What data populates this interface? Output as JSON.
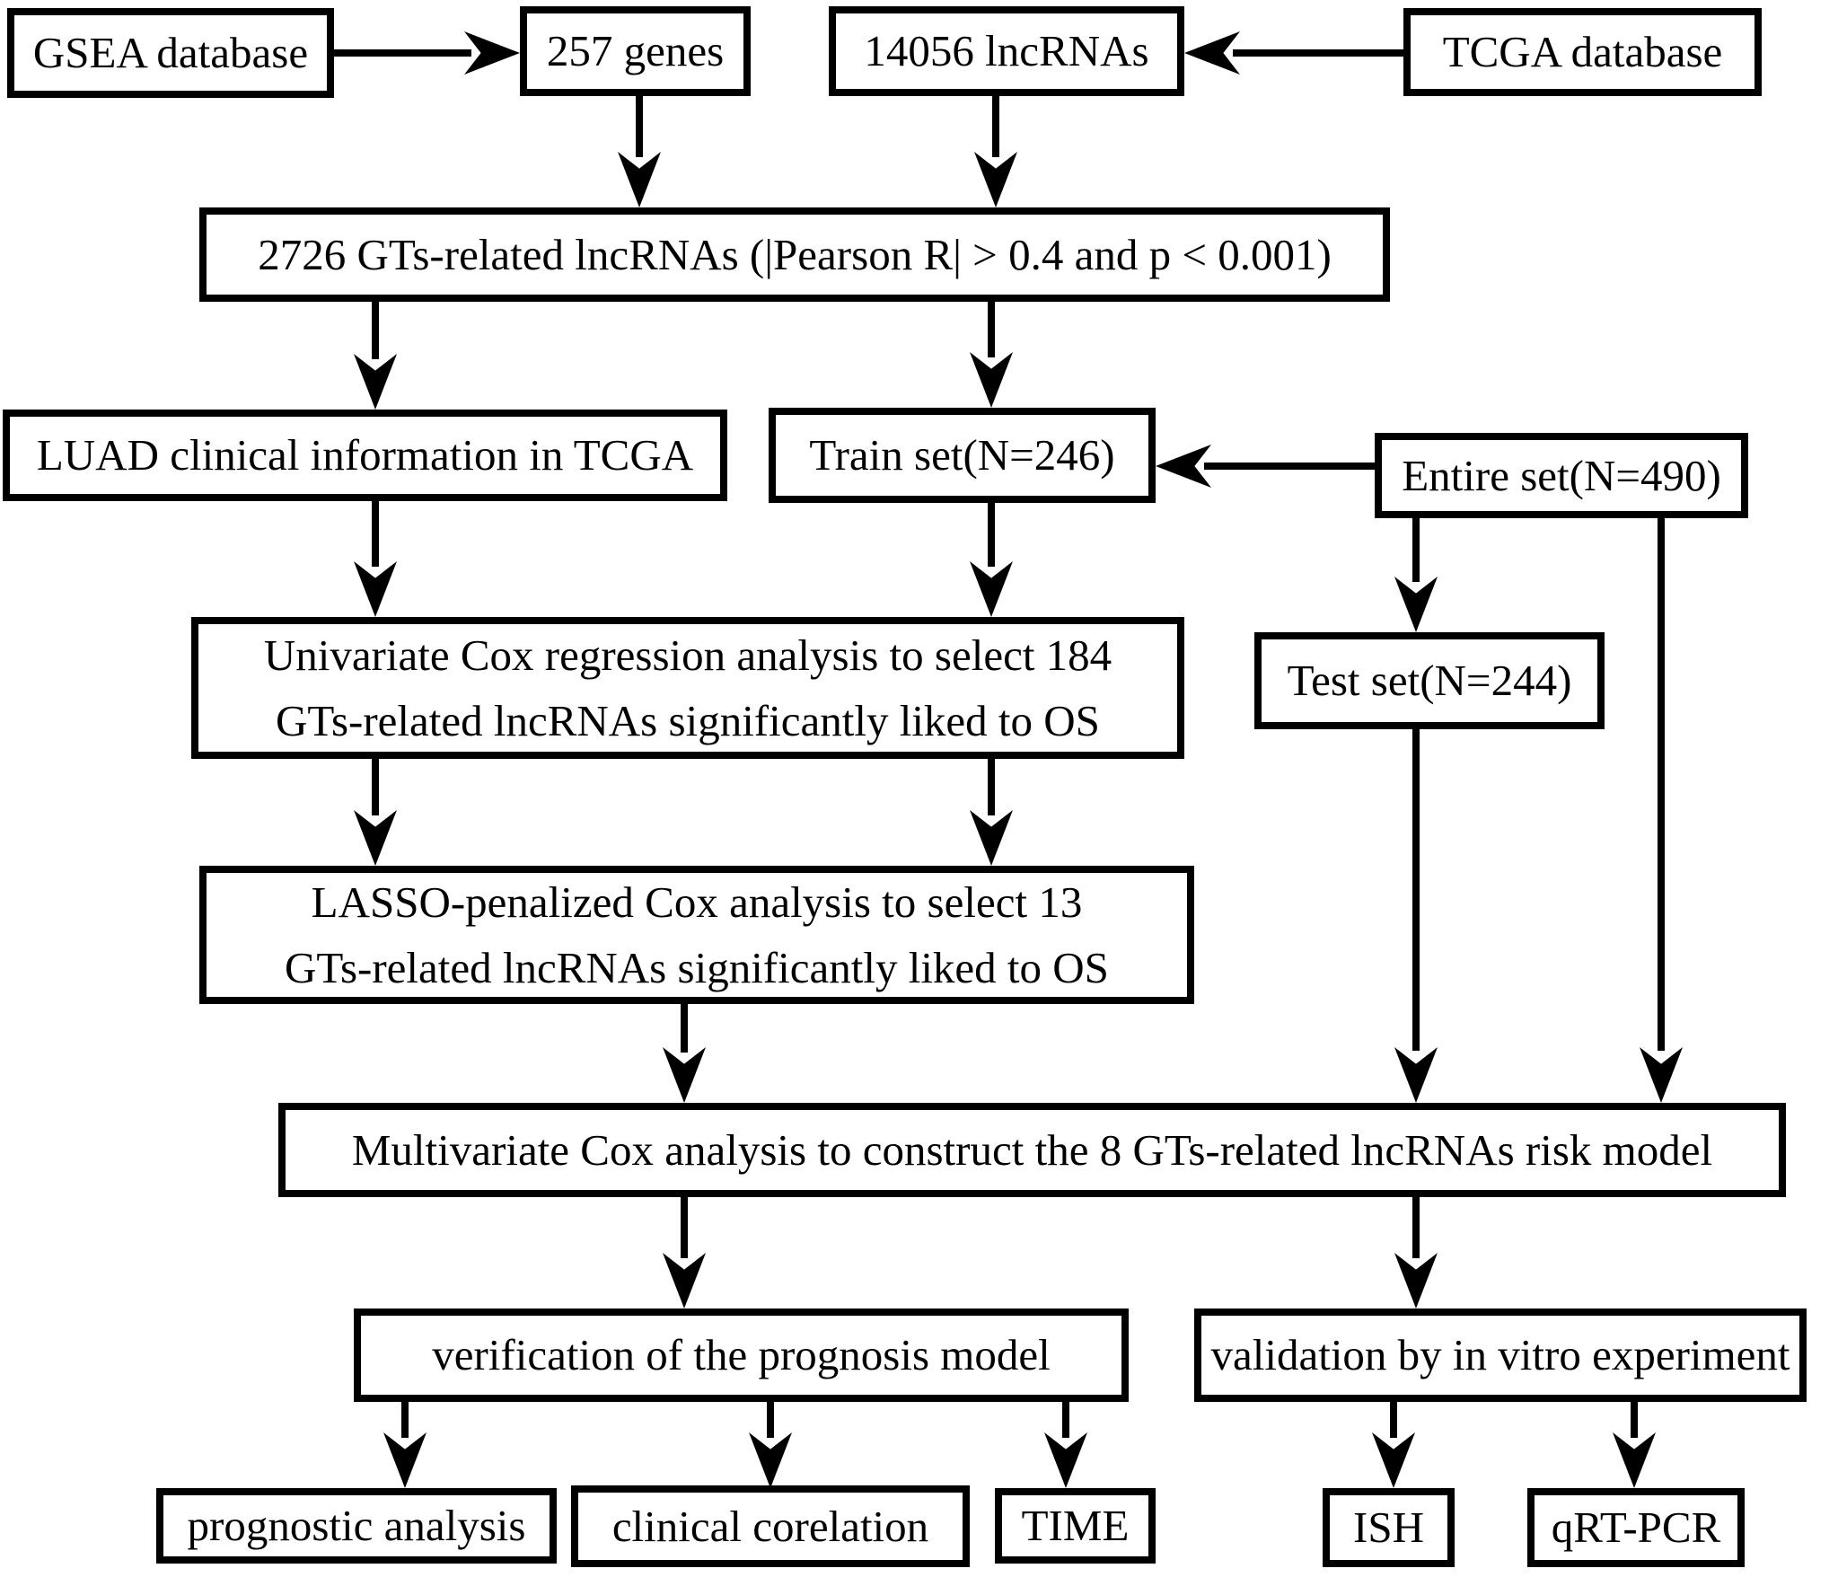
{
  "figure": {
    "type": "flowchart",
    "background_color": "#ffffff",
    "line_color": "#000000",
    "text_color": "#000000"
  },
  "boxes": {
    "gsea": {
      "label": "GSEA database"
    },
    "genes": {
      "label": "257 genes"
    },
    "lncrnas": {
      "label": "14056 lncRNAs"
    },
    "tcga": {
      "label": "TCGA database"
    },
    "gts_lncrnas": {
      "label": "2726 GTs-related lncRNAs (|Pearson R| > 0.4 and p < 0.001)"
    },
    "luad": {
      "label": "LUAD clinical information in TCGA"
    },
    "train": {
      "label": "Train set(N=246)"
    },
    "entire": {
      "label": "Entire set(N=490)"
    },
    "test": {
      "label": "Test set(N=244)"
    },
    "univariate": {
      "line1": "Univariate Cox regression analysis to select 184",
      "line2": "GTs-related lncRNAs significantly liked to OS"
    },
    "lasso": {
      "line1": "LASSO-penalized Cox analysis to select 13",
      "line2": "GTs-related lncRNAs significantly liked to OS"
    },
    "multivariate": {
      "label": "Multivariate Cox analysis to construct the 8 GTs-related lncRNAs risk model"
    },
    "verification": {
      "label": "verification of  the prognosis model"
    },
    "validation": {
      "label": "validation by in vitro experiment"
    },
    "prognostic": {
      "label": "prognostic analysis"
    },
    "clinical": {
      "label": "clinical corelation"
    },
    "time": {
      "label": "TIME"
    },
    "ish": {
      "label": "ISH"
    },
    "qrtpcr": {
      "label": "qRT-PCR"
    }
  },
  "edges": [
    {
      "from": "gsea",
      "to": "genes"
    },
    {
      "from": "tcga",
      "to": "lncrnas"
    },
    {
      "from": "genes",
      "to": "gts_lncrnas"
    },
    {
      "from": "lncrnas",
      "to": "gts_lncrnas"
    },
    {
      "from": "gts_lncrnas",
      "to": "luad"
    },
    {
      "from": "gts_lncrnas",
      "to": "train"
    },
    {
      "from": "entire",
      "to": "train"
    },
    {
      "from": "entire",
      "to": "test"
    },
    {
      "from": "entire",
      "to": "multivariate"
    },
    {
      "from": "luad",
      "to": "univariate"
    },
    {
      "from": "train",
      "to": "univariate"
    },
    {
      "from": "univariate",
      "to": "lasso"
    },
    {
      "from": "test",
      "to": "multivariate"
    },
    {
      "from": "lasso",
      "to": "multivariate"
    },
    {
      "from": "multivariate",
      "to": "verification"
    },
    {
      "from": "multivariate",
      "to": "validation"
    },
    {
      "from": "verification",
      "to": "prognostic"
    },
    {
      "from": "verification",
      "to": "clinical"
    },
    {
      "from": "verification",
      "to": "time"
    },
    {
      "from": "validation",
      "to": "ish"
    },
    {
      "from": "validation",
      "to": "qrtpcr"
    }
  ]
}
